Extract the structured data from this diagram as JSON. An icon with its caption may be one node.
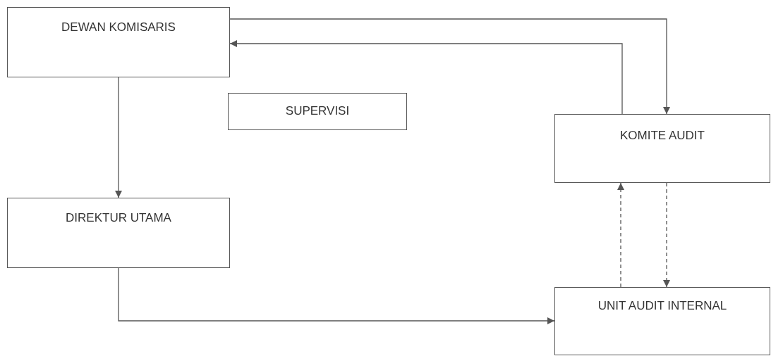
{
  "diagram": {
    "nodes": [
      {
        "text": [
          "DEWAN KOMISARIS"
        ]
      },
      {
        "text": [
          "SUPERVISI"
        ]
      },
      {
        "text": [
          "KOMITE AUDIT"
        ]
      },
      {
        "text": [
          "DIREKTUR UTAMA"
        ]
      },
      {
        "text": [
          "UNIT AUDIT INTERNAL"
        ]
      }
    ],
    "edges": [
      {
        "from": 0,
        "to": 2,
        "arrow": "to"
      },
      {
        "from": 2,
        "to": 0,
        "arrow": "to"
      },
      {
        "from": 0,
        "to": 3,
        "arrow": "to"
      },
      {
        "from": 3,
        "to": 4,
        "arrow": "to"
      },
      {
        "from": 4,
        "to": 2,
        "arrow": "to",
        "style": "dashed"
      },
      {
        "from": 2,
        "to": 4,
        "arrow": "to",
        "style": "dashed"
      }
    ]
  }
}
